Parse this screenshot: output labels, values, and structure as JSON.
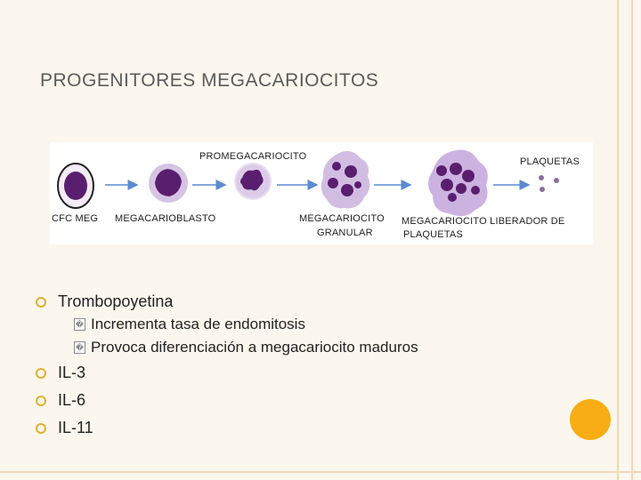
{
  "slide": {
    "title": "PROGENITORES MEGACARIOCITOS"
  },
  "diagram": {
    "labels": {
      "cfc": "CFC MEG",
      "megacarioblasto": "MEGACARIOBLASTO",
      "promegacariocito": "PROMEGACARIOCITO",
      "granular_line1": "MEGACARIOCITO",
      "granular_line2": "GRANULAR",
      "liberador_line1": "MEGACARIOCITO LIBERADOR DE",
      "liberador_line2": "PLAQUETAS",
      "plaquetas": "PLAQUETAS"
    }
  },
  "bullets": {
    "item1": "Trombopoyetina",
    "sub1": "Incrementa tasa de endomitosis",
    "sub2": "Provoca diferenciación a megacariocito maduros",
    "item2": "IL-3",
    "item3": "IL-6",
    "item4": "IL-11",
    "sub_marker": "�"
  },
  "colors": {
    "accent": "#f8ad15",
    "bullet": "#e2b030",
    "frame": "#f0d7b6",
    "cell_purple": "#5a1e6e",
    "cell_light": "#b491cd"
  }
}
